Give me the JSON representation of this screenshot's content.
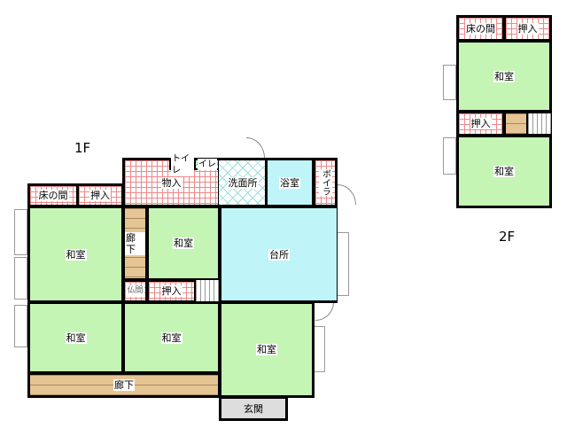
{
  "floors": {
    "f1": "1F",
    "f2": "2F"
  },
  "rooms_1f": {
    "tokonoma": "床の間",
    "oshiire_top": "押入",
    "monoire": "物入",
    "toilet1": "トイレ",
    "toilet2": "イレ",
    "senmenjo": "洗面所",
    "yokushitsu": "浴室",
    "boiler": "ボイラ",
    "washitsu_nw": "和室",
    "rouka_v": "廊下",
    "washitsu_c": "和室",
    "butsuma": "仏間",
    "oshiire_c": "押入",
    "daidokoro": "台所",
    "washitsu_sw": "和室",
    "washitsu_s": "和室",
    "washitsu_se": "和室",
    "rouka_h": "廊下",
    "genkan": "玄関"
  },
  "rooms_2f": {
    "tokonoma": "床の間",
    "oshiire_top": "押入",
    "washitsu_n": "和室",
    "oshiire_mid": "押入",
    "washitsu_s": "和室"
  },
  "colors": {
    "tatami": "#c4f5b4",
    "kitchen": "#bff5f8",
    "wood": "#e6c595",
    "grid": "#e88"
  }
}
